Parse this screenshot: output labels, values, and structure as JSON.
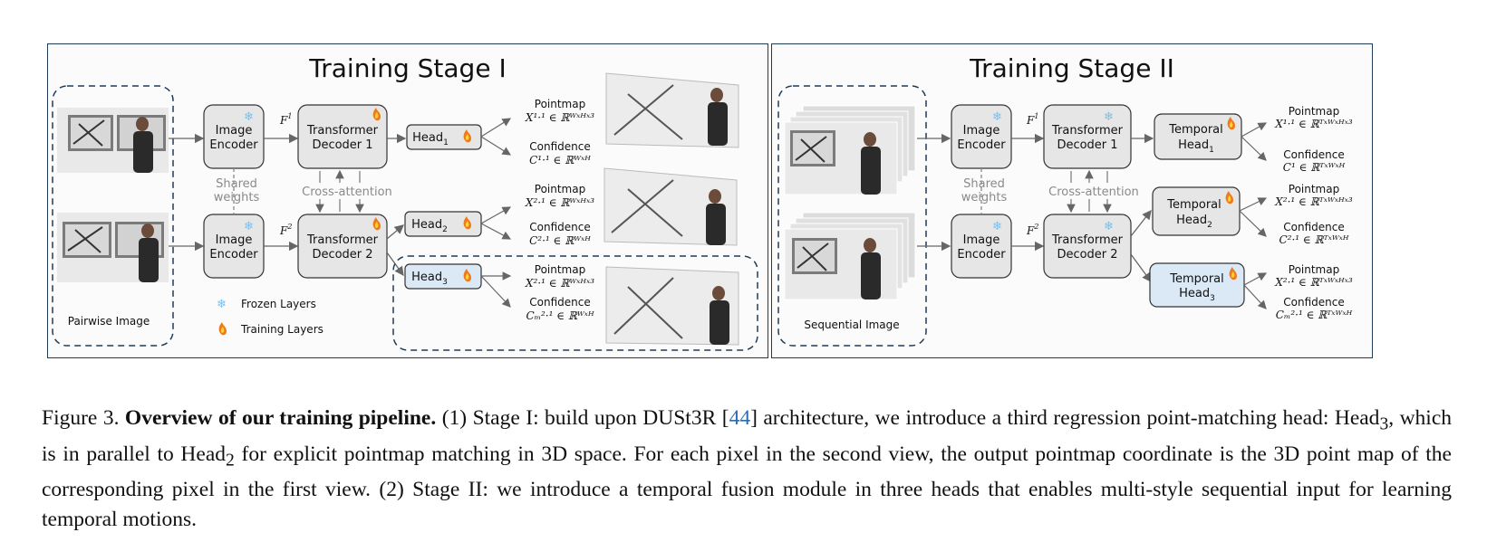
{
  "stage1": {
    "title": "Training Stage I",
    "image_encoder": "Image",
    "image_encoder2": "Encoder",
    "decoder1_a": "Transformer",
    "decoder1_b": "Decoder 1",
    "decoder2_a": "Transformer",
    "decoder2_b": "Decoder 2",
    "f1": "F",
    "f1_sup": "1",
    "f2": "F",
    "f2_sup": "2",
    "shared_a": "Shared",
    "shared_b": "weights",
    "cross_attention": "Cross-attention",
    "head": "Head",
    "head1_sub": "1",
    "head2_sub": "2",
    "head3_sub": "3",
    "pairwise_image": "Pairwise Image",
    "legend_frozen": "Frozen Layers",
    "legend_training": "Training Layers",
    "out1_pointmap": "Pointmap",
    "out1_pm_formula": "X¹·¹ ∈ ℝᵂˣᴴˣ³",
    "out1_confidence": "Confidence",
    "out1_conf_formula": "C¹·¹ ∈ ℝᵂˣᴴ",
    "out2_pointmap": "Pointmap",
    "out2_pm_formula": "X²·¹ ∈ ℝᵂˣᴴˣ³",
    "out2_confidence": "Confidence",
    "out2_conf_formula": "C²·¹ ∈ ℝᵂˣᴴ",
    "out3_pointmap": "Pointmap",
    "out3_pm_formula": "X²·¹ ∈ ℝᵂˣᴴˣ³",
    "out3_confidence": "Confidence",
    "out3_conf_formula": "Cₘ²·¹ ∈ ℝᵂˣᴴ"
  },
  "stage2": {
    "title": "Training Stage II",
    "image_encoder": "Image",
    "image_encoder2": "Encoder",
    "decoder1_a": "Transformer",
    "decoder1_b": "Decoder 1",
    "decoder2_a": "Transformer",
    "decoder2_b": "Decoder 2",
    "f1": "F",
    "f1_sup": "1",
    "f2": "F",
    "f2_sup": "2",
    "shared_a": "Shared",
    "shared_b": "weights",
    "cross_attention": "Cross-attention",
    "temporal": "Temporal",
    "head": "Head",
    "head1_sub": "1",
    "head2_sub": "2",
    "head3_sub": "3",
    "sequential_image": "Sequential Image",
    "out1_pointmap": "Pointmap",
    "out1_pm_formula": "X¹·¹ ∈ ℝᵀˣᵂˣᴴˣ³",
    "out1_confidence": "Confidence",
    "out1_conf_formula": "C¹ ∈ ℝᵀˣᵂˣᴴ",
    "out2_pointmap": "Pointmap",
    "out2_pm_formula": "X²·¹ ∈ ℝᵀˣᵂˣᴴˣ³",
    "out2_confidence": "Confidence",
    "out2_conf_formula": "C²·¹ ∈ ℝᵀˣᵂˣᴴ",
    "out3_pointmap": "Pointmap",
    "out3_pm_formula": "X²·¹ ∈ ℝᵀˣᵂˣᴴˣ³",
    "out3_confidence": "Confidence",
    "out3_conf_formula": "Cₘ²·¹ ∈ ℝᵀˣᵂˣᴴ"
  },
  "caption": {
    "label": "Figure 3.",
    "bold": "Overview of our training pipeline.",
    "part1": "(1) Stage I: build upon DUSt3R [",
    "ref": "44",
    "part2": "] architecture, we introduce a third regression point-matching head: Head",
    "sub3": "3",
    "part3": ", which is in parallel to Head",
    "sub2": "2",
    "part4": " for explicit pointmap matching in 3D space. For each pixel in the second view, the output pointmap coordinate is the 3D point map of the corresponding pixel in the first view. (2) Stage II: we introduce a temporal fusion module in three heads that enables multi-style sequential input for learning temporal motions."
  },
  "colors": {
    "frame": "#1f3b57",
    "box_fill": "#e6e6e6",
    "head3_fill": "#dbe8f5",
    "frozen_icon": "#8cc8ee",
    "training_icon": "#f07a1a"
  },
  "icons": [
    "snowflake-icon",
    "flame-icon"
  ]
}
